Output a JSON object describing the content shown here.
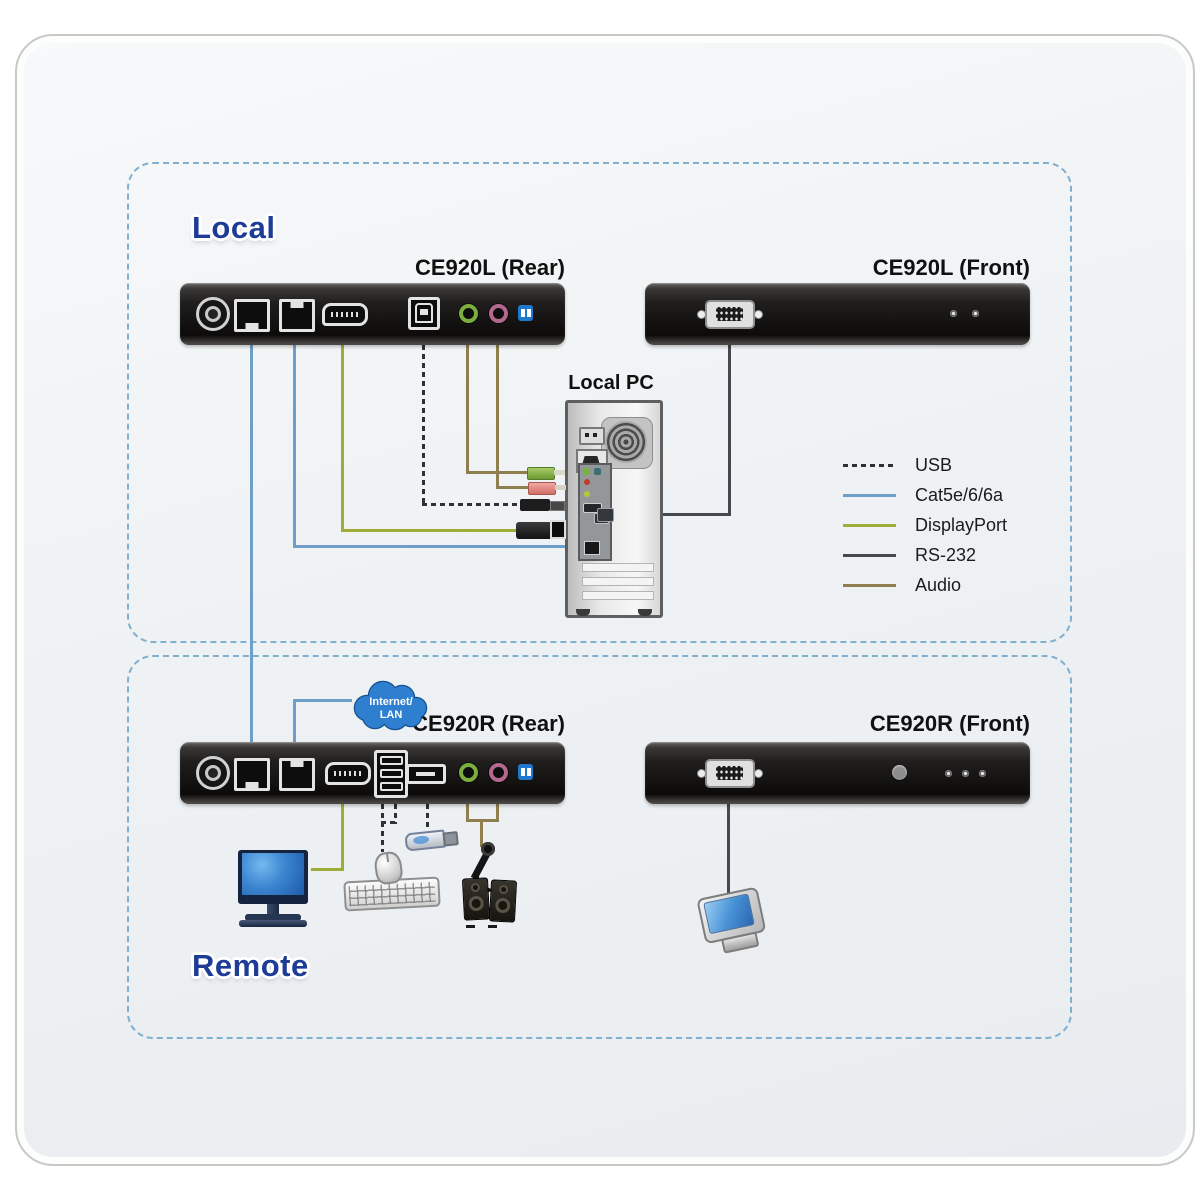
{
  "labels": {
    "local_zone": "Local",
    "remote_zone": "Remote",
    "local_pc": "Local PC"
  },
  "devices": {
    "l_rear": {
      "title": "CE920L (Rear)"
    },
    "l_front": {
      "title": "CE920L (Front)"
    },
    "r_rear": {
      "title": "CE920R (Rear)"
    },
    "r_front": {
      "title": "CE920R (Front)"
    }
  },
  "cloud": {
    "line1": "Internet/",
    "line2": "LAN"
  },
  "legend": {
    "items": [
      {
        "label": "USB",
        "style": "dashed",
        "color": "#2e3237"
      },
      {
        "label": "Cat5e/6/6a",
        "style": "solid",
        "color": "#6f9fc8"
      },
      {
        "label": "DisplayPort",
        "style": "solid",
        "color": "#9fad36"
      },
      {
        "label": "RS-232",
        "style": "solid",
        "color": "#45484e"
      },
      {
        "label": "Audio",
        "style": "solid",
        "color": "#8f7f4e"
      }
    ]
  }
}
